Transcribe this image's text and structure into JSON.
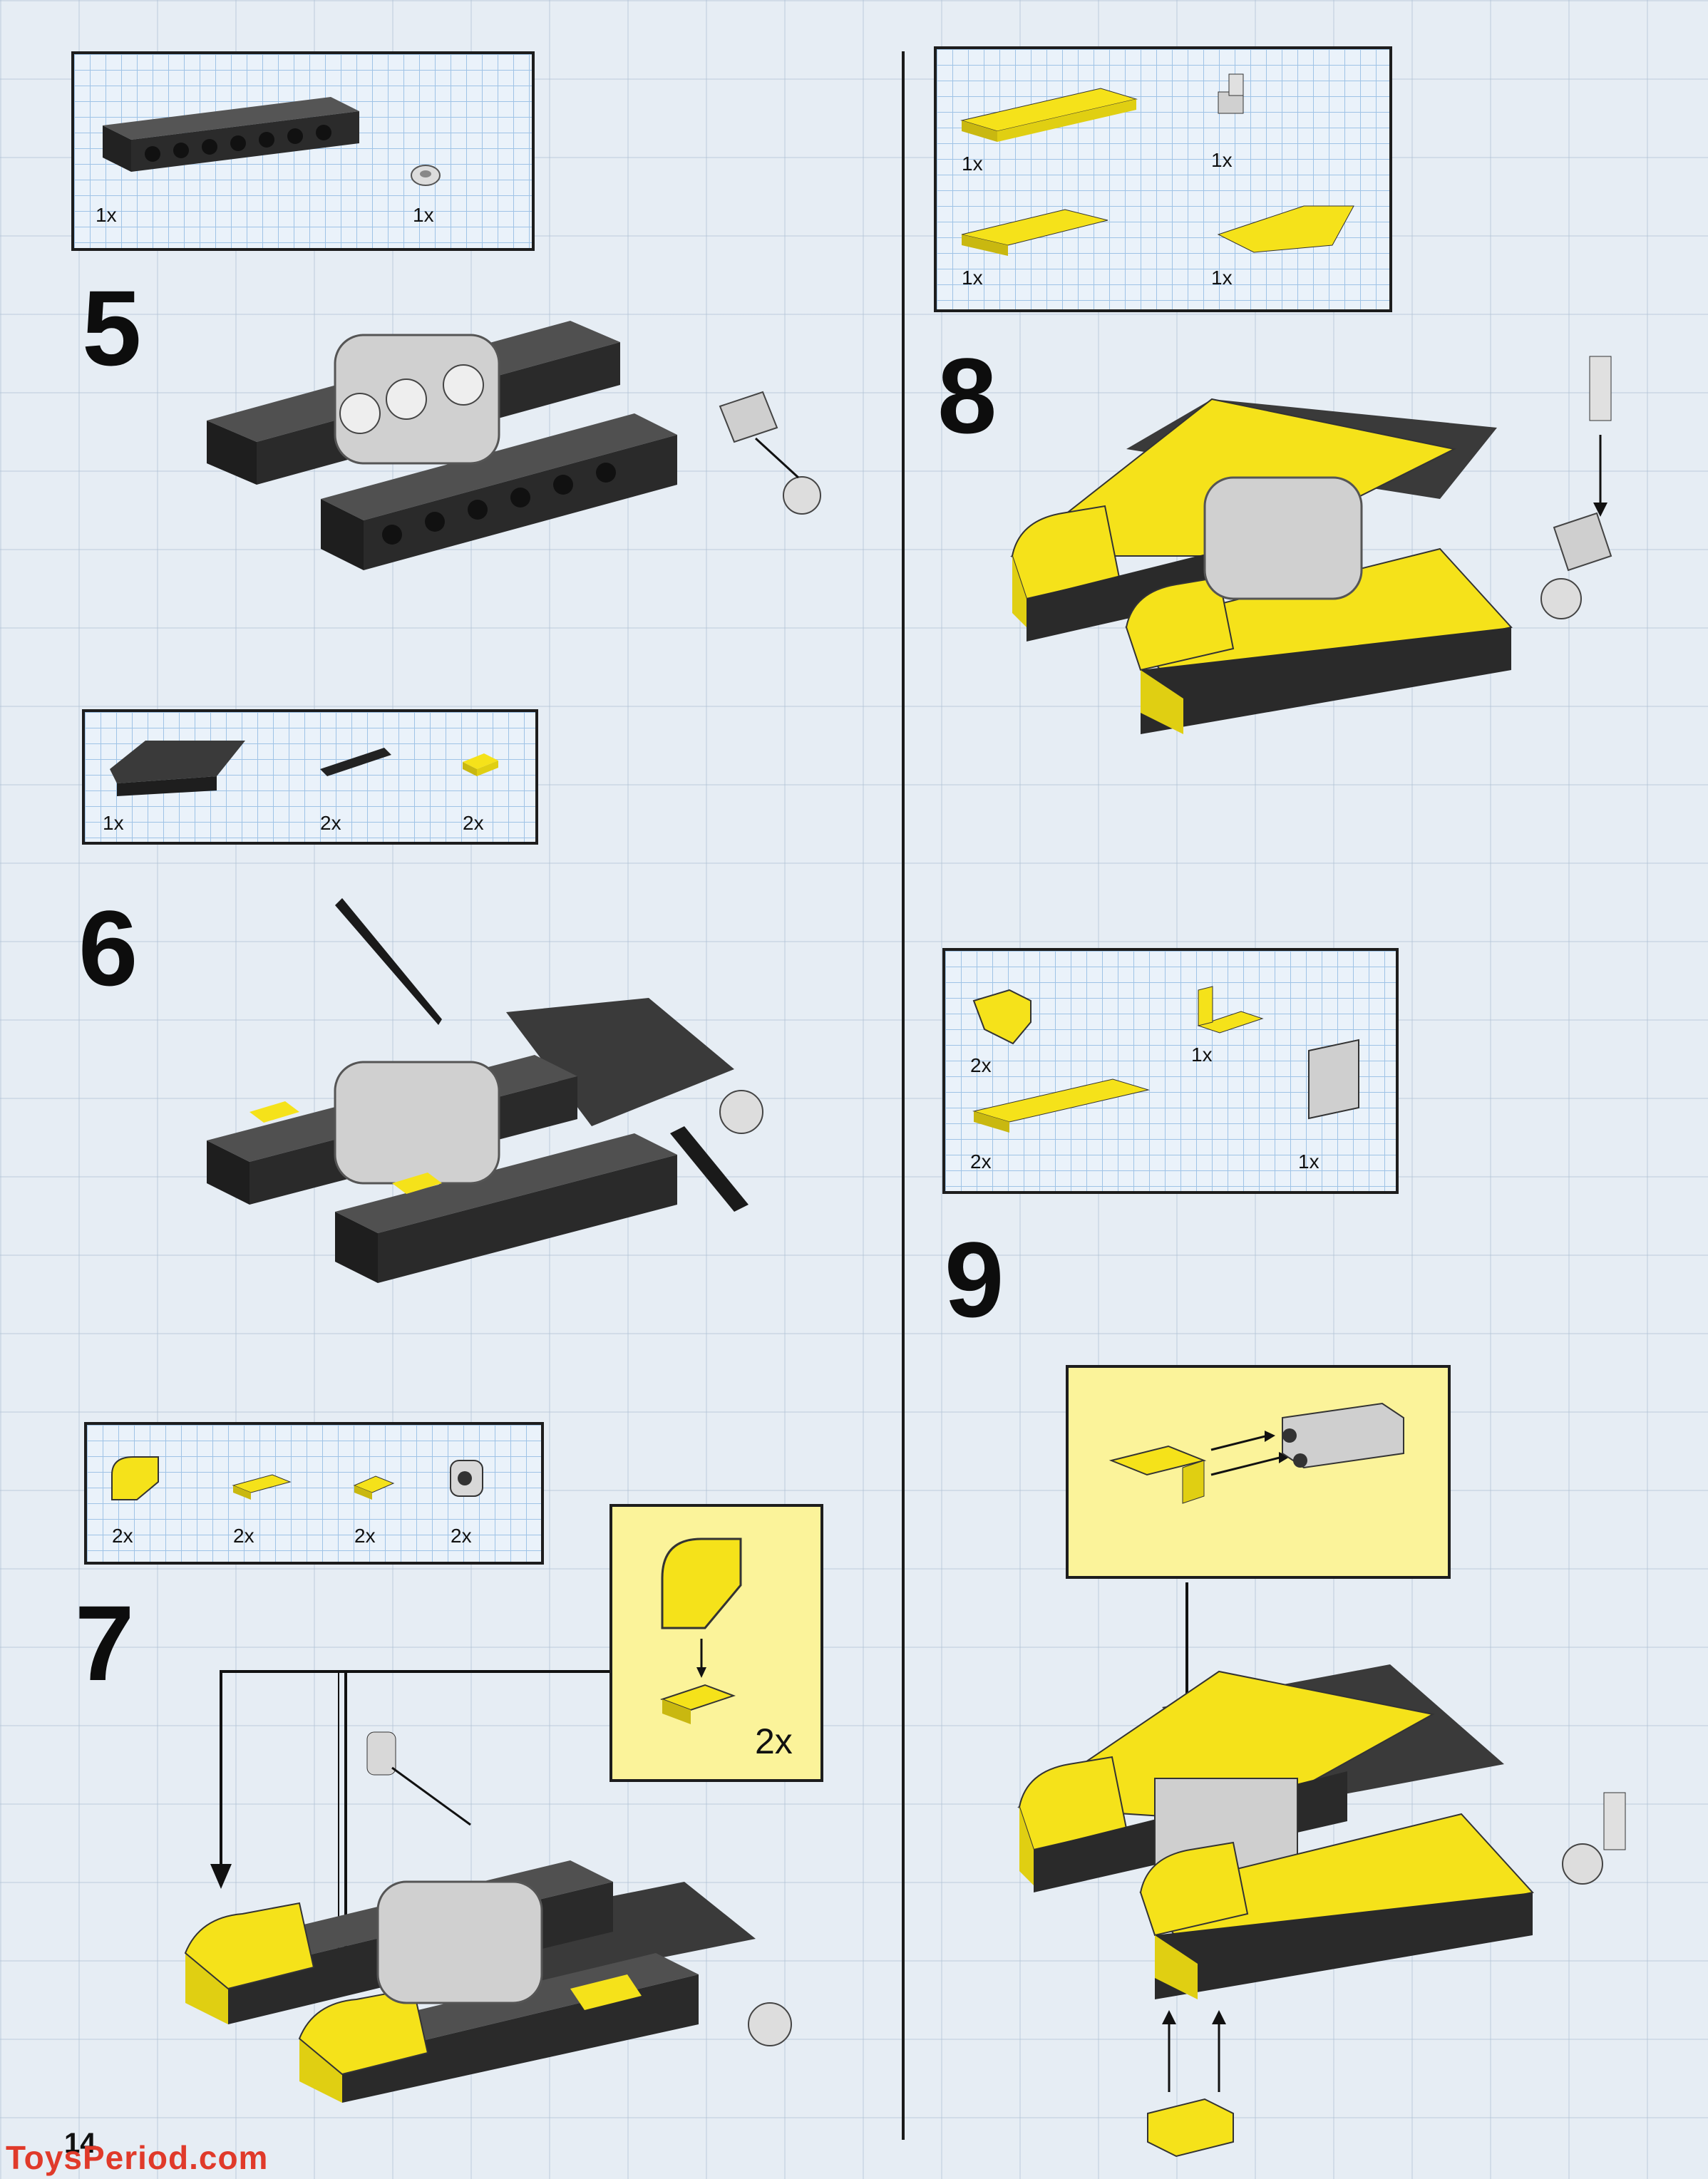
{
  "page_number": "14",
  "footer_brand": "ToysPeriod.com",
  "steps": [
    {
      "number": "5",
      "parts_qty": [
        "1x",
        "1x"
      ]
    },
    {
      "number": "6",
      "parts_qty": [
        "1x",
        "2x",
        "2x"
      ]
    },
    {
      "number": "7",
      "parts_qty": [
        "2x",
        "2x",
        "2x",
        "2x"
      ],
      "callout_qty": "2x"
    },
    {
      "number": "8",
      "parts_qty": [
        "1x",
        "1x",
        "1x",
        "1x"
      ]
    },
    {
      "number": "9",
      "parts_qty": [
        "2x",
        "1x",
        "2x",
        "1x"
      ]
    }
  ],
  "colors": {
    "yellow": "#f5e21a",
    "dark_gray": "#3a3a3a",
    "light_gray": "#c8c8c8",
    "grid_blue": "#9fc3e6"
  }
}
